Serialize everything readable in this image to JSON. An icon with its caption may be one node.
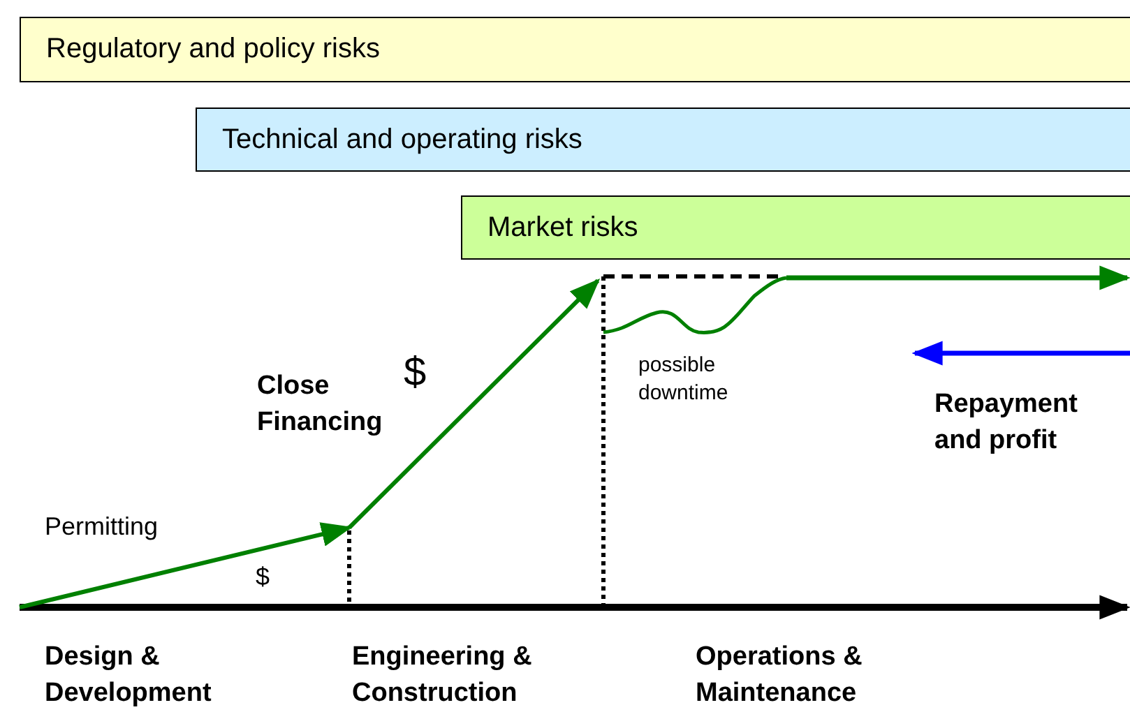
{
  "diagram": {
    "nodes": [
      {
        "text": [
          "Regulatory and policy risks"
        ]
      },
      {
        "text": [
          "Technical and operating risks"
        ]
      },
      {
        "text": [
          "Market risks"
        ]
      }
    ],
    "labels": [
      "Close Financing",
      "$",
      "possible downtime",
      "Repayment and profit",
      "Permitting",
      "$",
      "Design & Development",
      "Engineering & Construction",
      "Operations & Maintenance"
    ]
  }
}
